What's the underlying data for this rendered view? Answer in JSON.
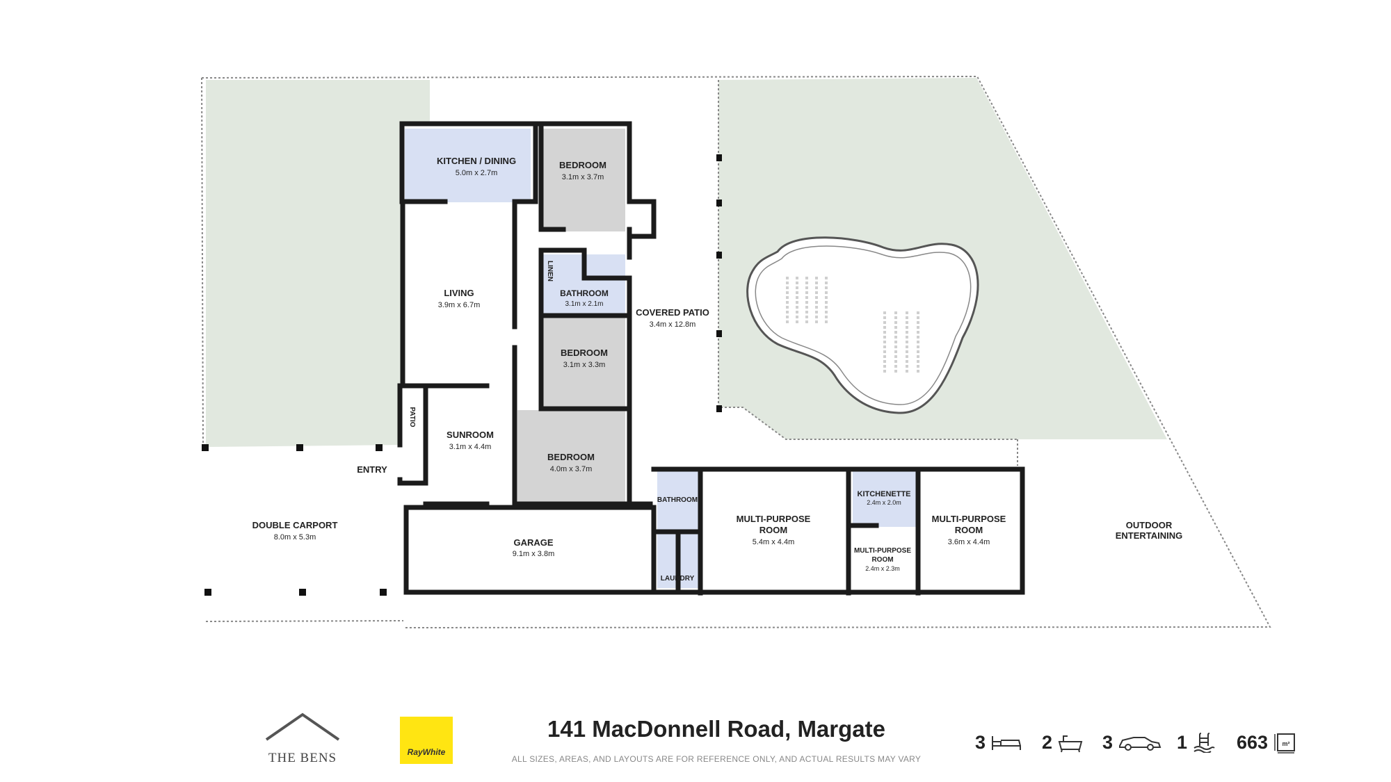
{
  "rooms": {
    "kitchen": {
      "label": "KITCHEN / DINING",
      "dims": "5.0m x 2.7m"
    },
    "bed1": {
      "label": "BEDROOM",
      "dims": "3.1m x 3.7m"
    },
    "linen": {
      "label": "LINEN"
    },
    "bath1": {
      "label": "BATHROOM",
      "dims": "3.1m x 2.1m"
    },
    "living": {
      "label": "LIVING",
      "dims": "3.9m x 6.7m"
    },
    "covered_patio": {
      "label": "COVERED PATIO",
      "dims": "3.4m x 12.8m"
    },
    "bed2": {
      "label": "BEDROOM",
      "dims": "3.1m x 3.3m"
    },
    "patio": {
      "label": "PATIO"
    },
    "sunroom": {
      "label": "SUNROOM",
      "dims": "3.1m x 4.4m"
    },
    "bed3": {
      "label": "BEDROOM",
      "dims": "4.0m x 3.7m"
    },
    "entry": {
      "label": "ENTRY"
    },
    "carport": {
      "label": "DOUBLE CARPORT",
      "dims": "8.0m x 5.3m"
    },
    "garage": {
      "label": "GARAGE",
      "dims": "9.1m x 3.8m"
    },
    "bath2": {
      "label": "BATHROOM"
    },
    "laundry": {
      "label": "LAUNDRY"
    },
    "mpr1": {
      "label1": "MULTI-PURPOSE",
      "label2": "ROOM",
      "dims": "5.4m x 4.4m"
    },
    "kitchenette": {
      "label": "KITCHENETTE",
      "dims": "2.4m x 2.0m"
    },
    "mpr2": {
      "label1": "MULTI-PURPOSE",
      "label2": "ROOM",
      "dims": "2.4m x 2.3m"
    },
    "mpr3": {
      "label1": "MULTI-PURPOSE",
      "label2": "ROOM",
      "dims": "3.6m x 4.4m"
    },
    "outdoor": {
      "label1": "OUTDOOR",
      "label2": "ENTERTAINING"
    }
  },
  "footer": {
    "agency_name": "THE BENS",
    "brand": "RayWhite",
    "address": "141 MacDonnell Road, Margate",
    "disclaimer": "ALL SIZES, AREAS, AND LAYOUTS ARE FOR REFERENCE ONLY, AND ACTUAL RESULTS MAY VARY"
  },
  "stats": {
    "bedrooms": "3",
    "bathrooms": "2",
    "car_spaces": "3",
    "pools": "1",
    "land_area": "663",
    "land_unit": "m²"
  },
  "colors": {
    "lawn": "#e1e8df",
    "kitchen_fill": "#d8e0f3",
    "bedroom_fill": "#d4d4d4",
    "wall": "#1b1b1b",
    "rw_yellow": "#ffe512"
  }
}
